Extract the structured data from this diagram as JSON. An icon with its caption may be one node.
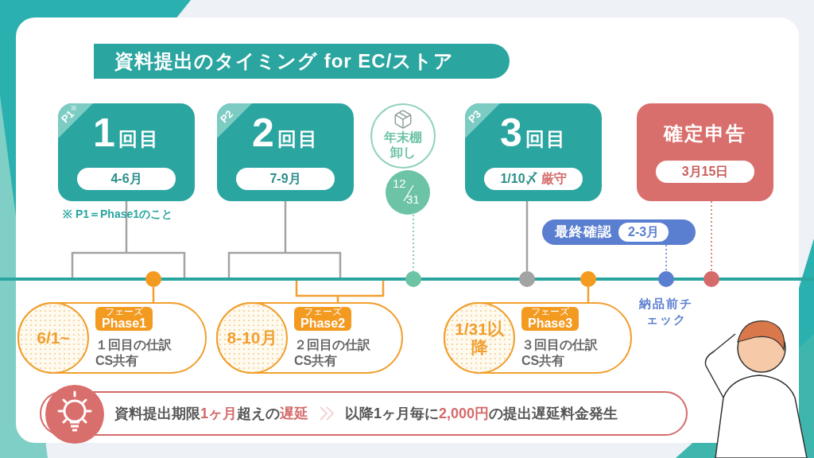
{
  "diagram": {
    "title": "資料提出のタイミング for EC/ストア",
    "nodes": [
      {
        "text": [
          "※",
          "P1",
          "1",
          "回目",
          "4-6月"
        ],
        "beside": [
          "※ P1＝Phase1のこと"
        ]
      },
      {
        "text": [
          "P2",
          "2",
          "回目",
          "7-9月"
        ]
      },
      {
        "text": [
          "年末棚卸し"
        ]
      },
      {
        "text": [
          "12",
          "31"
        ]
      },
      {
        "text": [
          "P3",
          "3",
          "回目",
          "1/10〆",
          "厳守"
        ]
      },
      {
        "text": [
          "確定申告",
          "3月15日"
        ]
      },
      {
        "text": [
          "最終確認",
          "2-3月"
        ]
      },
      {
        "text": [],
        "shape": "circle"
      },
      {
        "text": [],
        "shape": "circle"
      },
      {
        "text": [],
        "shape": "circle"
      },
      {
        "text": [],
        "shape": "circle"
      },
      {
        "text": [],
        "shape": "circle",
        "beside": [
          "納品前チェック"
        ]
      },
      {
        "text": [],
        "shape": "circle"
      },
      {
        "text": [
          "6/1~",
          "フェーズ",
          "Phase1",
          "１回目の仕訳CS共有"
        ]
      },
      {
        "text": [
          "8-10月",
          "フェーズ",
          "Phase2",
          "２回目の仕訳CS共有"
        ]
      },
      {
        "text": [
          "1/31以降",
          "フェーズ",
          "Phase3",
          "３回目の仕訳CS共有"
        ]
      },
      {
        "text": [
          "資料提出期限**1ヶ月**超えの**遅延**",
          "以降1ヶ月毎に**2,000円**の提出遅延料金発生"
        ]
      }
    ],
    "edges": [
      {
        "from": 0,
        "to": null,
        "arrow": "none"
      },
      {
        "from": 1,
        "to": null,
        "arrow": "none"
      },
      {
        "from": null,
        "to": 14,
        "arrow": "none",
        "color": "#f0a030"
      },
      {
        "from": 7,
        "to": 13,
        "arrow": "none",
        "color": "#f0a030"
      },
      {
        "from": 3,
        "to": 8,
        "arrow": "none",
        "style": "dashed",
        "color": "#6cc3a5"
      },
      {
        "from": 4,
        "to": 9,
        "arrow": "none"
      },
      {
        "from": 10,
        "to": 15,
        "arrow": "none",
        "color": "#f0a030"
      },
      {
        "from": 6,
        "to": 11,
        "arrow": "none",
        "style": "dashed",
        "color": "#5b7fd0"
      },
      {
        "from": 5,
        "to": 12,
        "arrow": "none",
        "style": "dashed",
        "color": "#d46a6a"
      }
    ]
  }
}
